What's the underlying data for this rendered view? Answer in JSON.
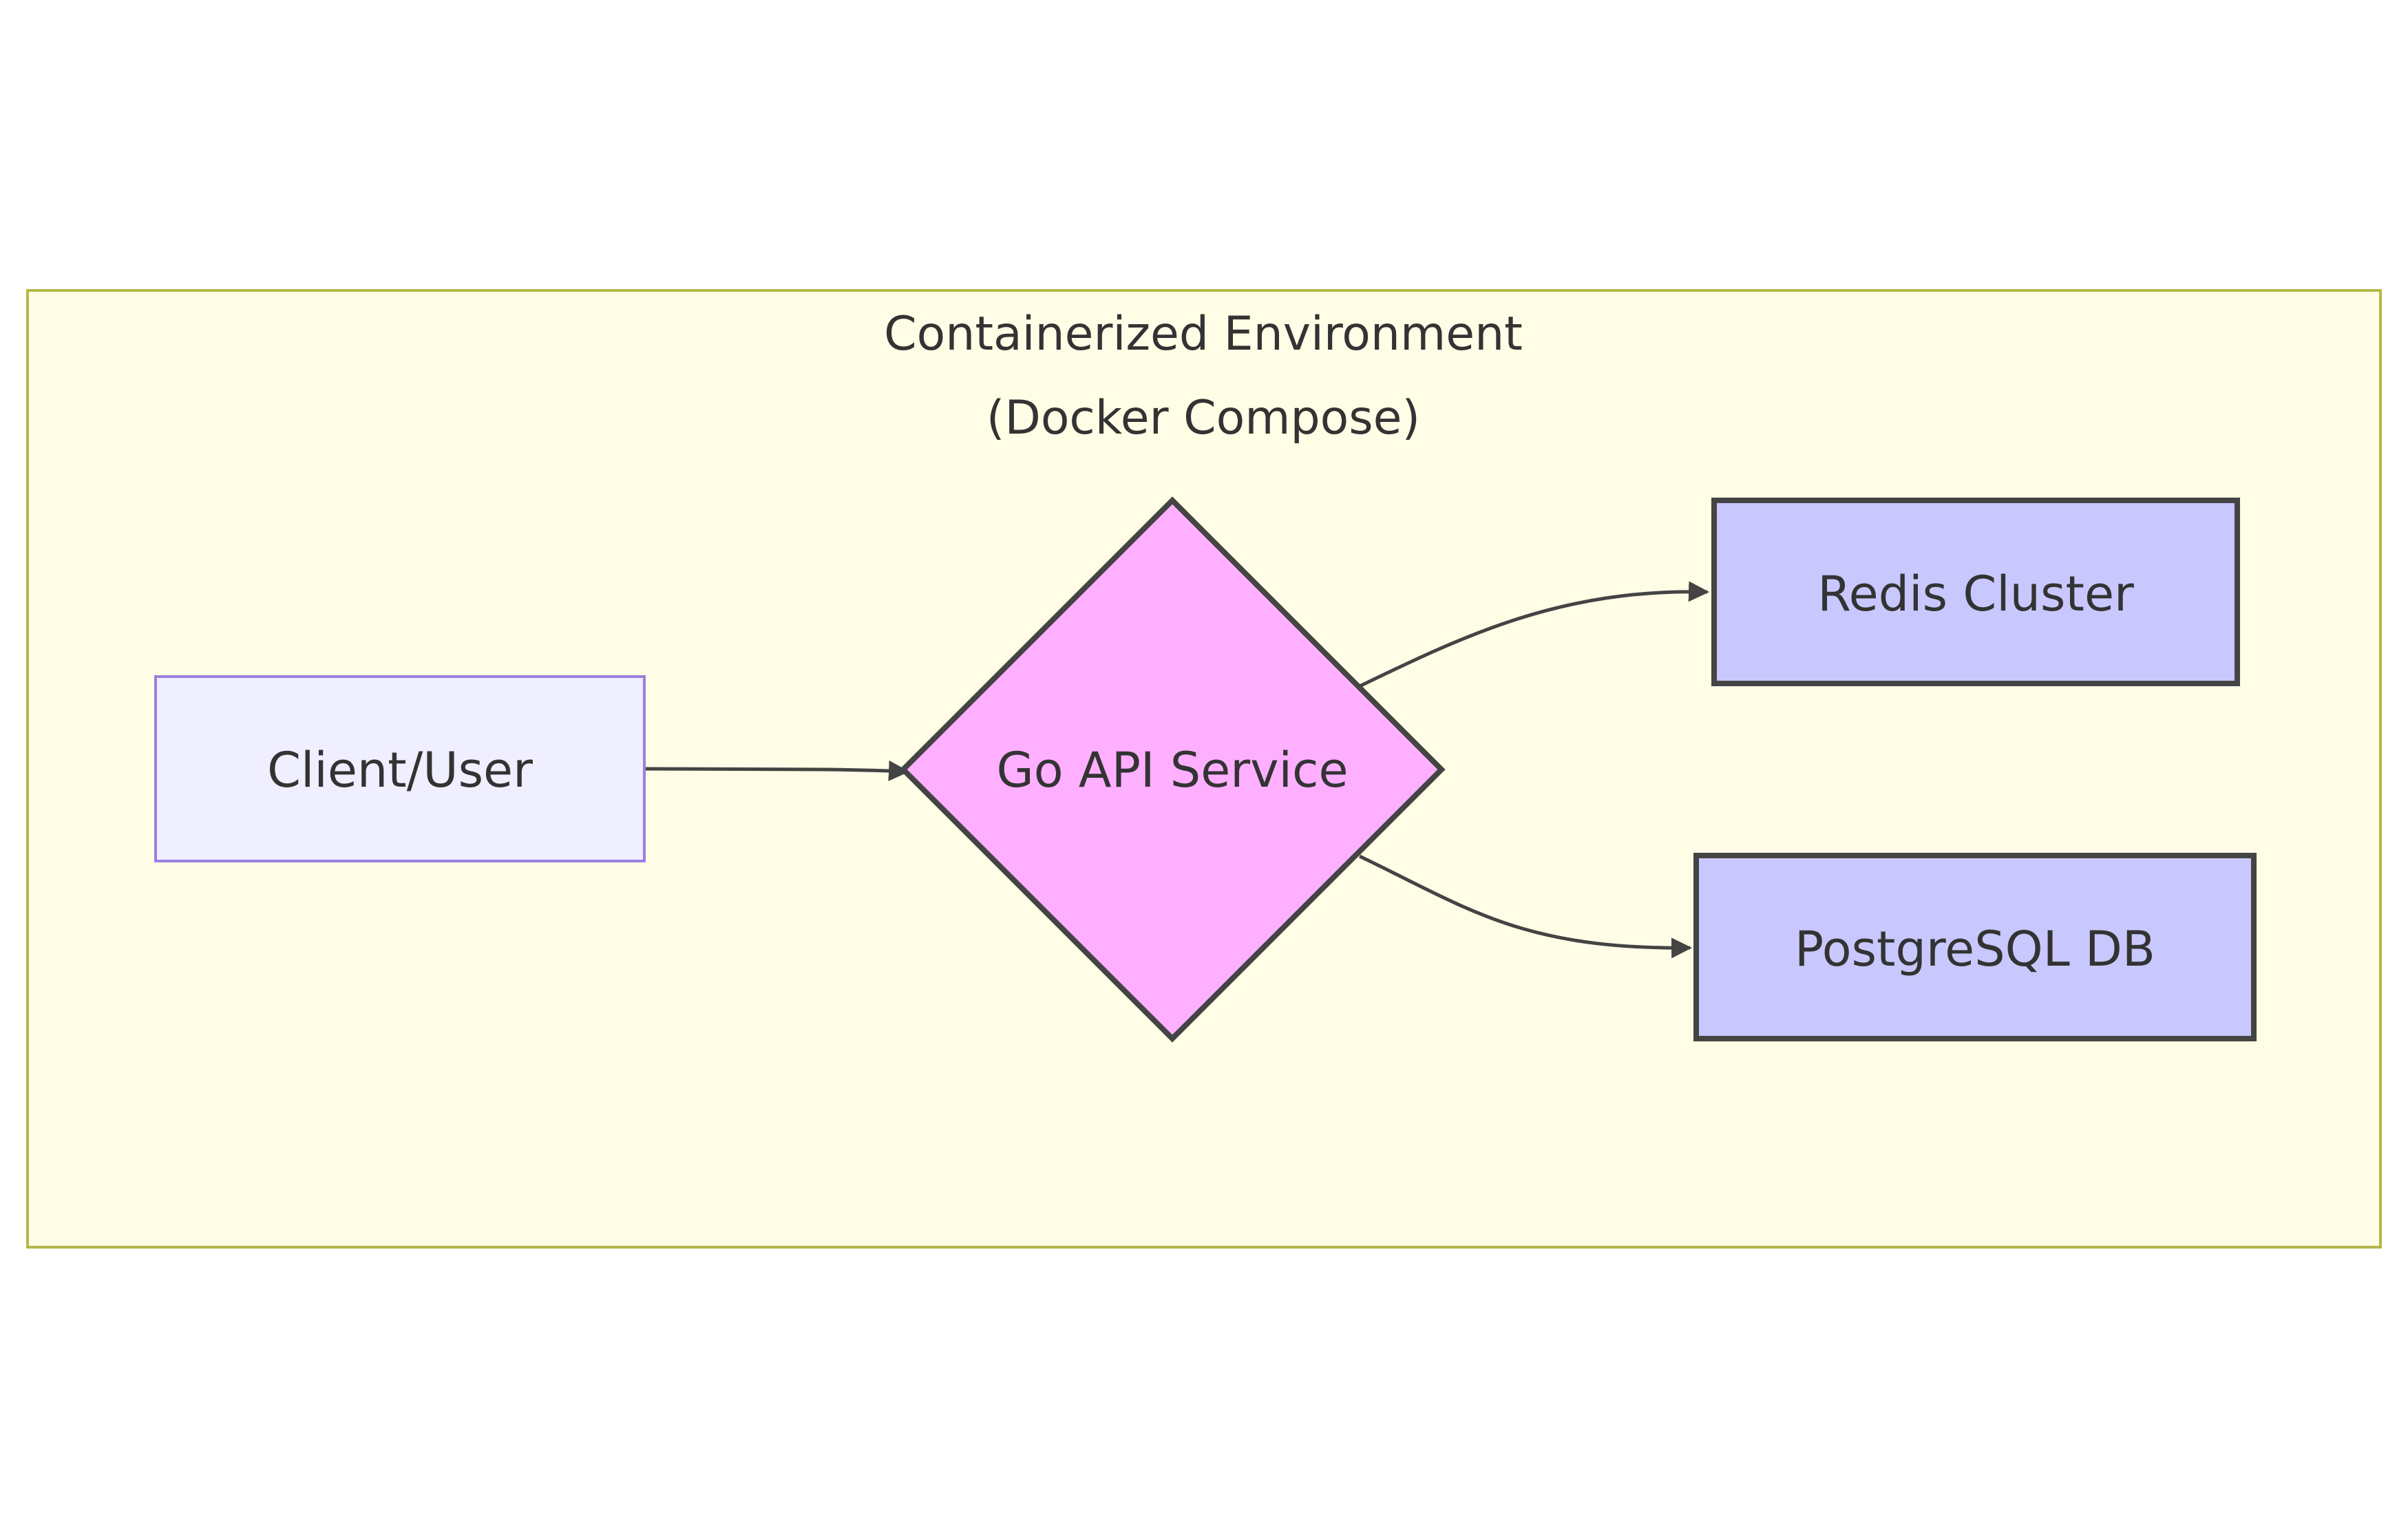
{
  "diagram": {
    "cluster": {
      "title_line1": "Containerized Environment",
      "title_line2": "(Docker Compose)",
      "fill": "#fffde6",
      "stroke": "#b5b84a"
    },
    "nodes": {
      "client": {
        "label": "Client/User",
        "shape": "rectangle",
        "fill": "#f0efff",
        "stroke": "#9b7fe0"
      },
      "api": {
        "label": "Go API Service",
        "shape": "diamond",
        "fill": "#ffafff",
        "stroke": "#444444"
      },
      "redis": {
        "label": "Redis Cluster",
        "shape": "rectangle",
        "fill": "#c8c8ff",
        "stroke": "#444444"
      },
      "postgres": {
        "label": "PostgreSQL DB",
        "shape": "rectangle",
        "fill": "#c8c8ff",
        "stroke": "#444444"
      }
    },
    "edges": [
      {
        "from": "client",
        "to": "api"
      },
      {
        "from": "api",
        "to": "redis"
      },
      {
        "from": "api",
        "to": "postgres"
      }
    ],
    "edge_color": "#444444"
  }
}
